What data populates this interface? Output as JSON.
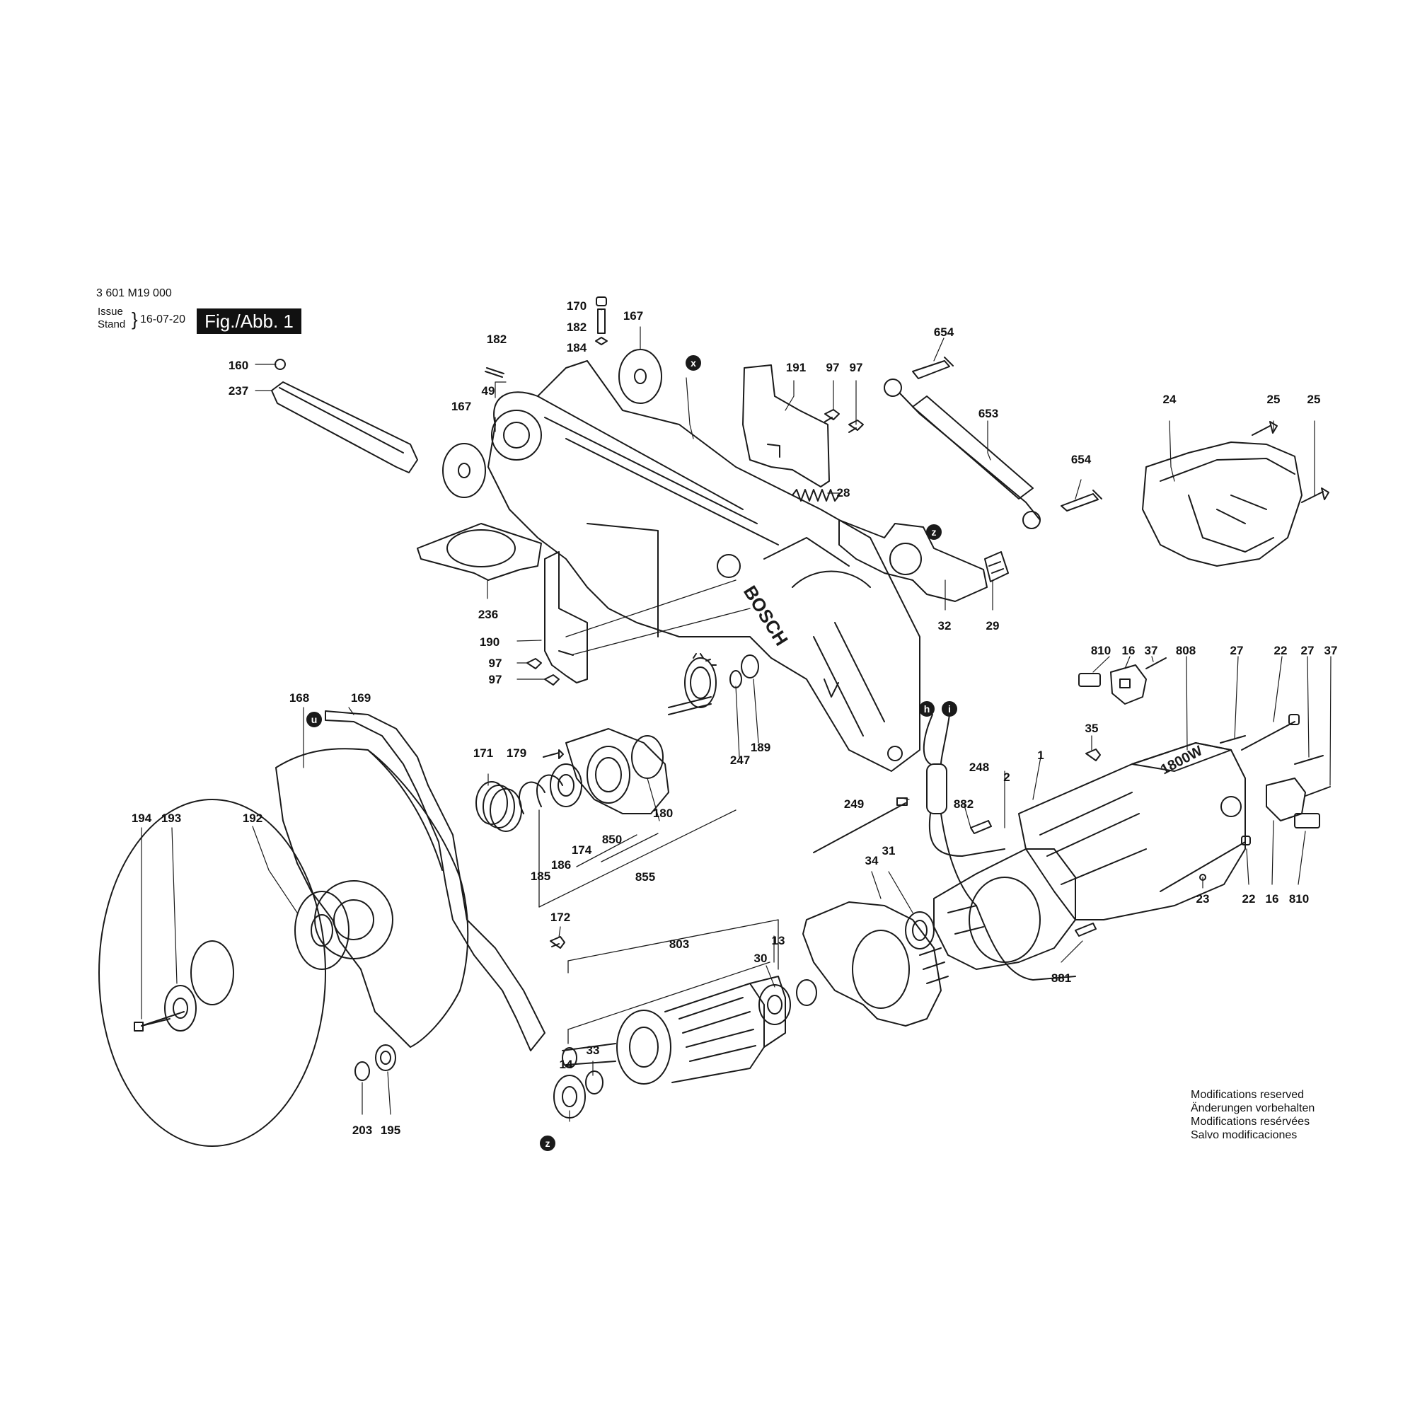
{
  "header": {
    "doc_number": "3 601 M19 000",
    "issue_label": "Issue",
    "stand_label": "Stand",
    "date": "16-07-20",
    "figure_label": "Fig./Abb. 1"
  },
  "notes": [
    "Modifications reserved",
    "Änderungen vorbehalten",
    "Modifications resérvées",
    "Salvo modificaciones"
  ],
  "markers": [
    "x",
    "z",
    "u",
    "h",
    "i",
    "z"
  ],
  "brand_text": "BOSCH",
  "motor_text": "1800W",
  "part_labels": [
    "170",
    "182",
    "184",
    "167",
    "182",
    "160",
    "237",
    "49",
    "167",
    "191",
    "97",
    "97",
    "654",
    "653",
    "654",
    "24",
    "25",
    "25",
    "28",
    "236",
    "32",
    "29",
    "190",
    "97",
    "97",
    "168",
    "169",
    "171",
    "179",
    "189",
    "247",
    "180",
    "850",
    "174",
    "186",
    "185",
    "855",
    "194",
    "193",
    "192",
    "172",
    "803",
    "13",
    "30",
    "14",
    "33",
    "203",
    "195",
    "810",
    "16",
    "37",
    "808",
    "27",
    "22",
    "27",
    "37",
    "35",
    "1",
    "248",
    "2",
    "882",
    "249",
    "34",
    "31",
    "23",
    "22",
    "16",
    "810",
    "881"
  ]
}
